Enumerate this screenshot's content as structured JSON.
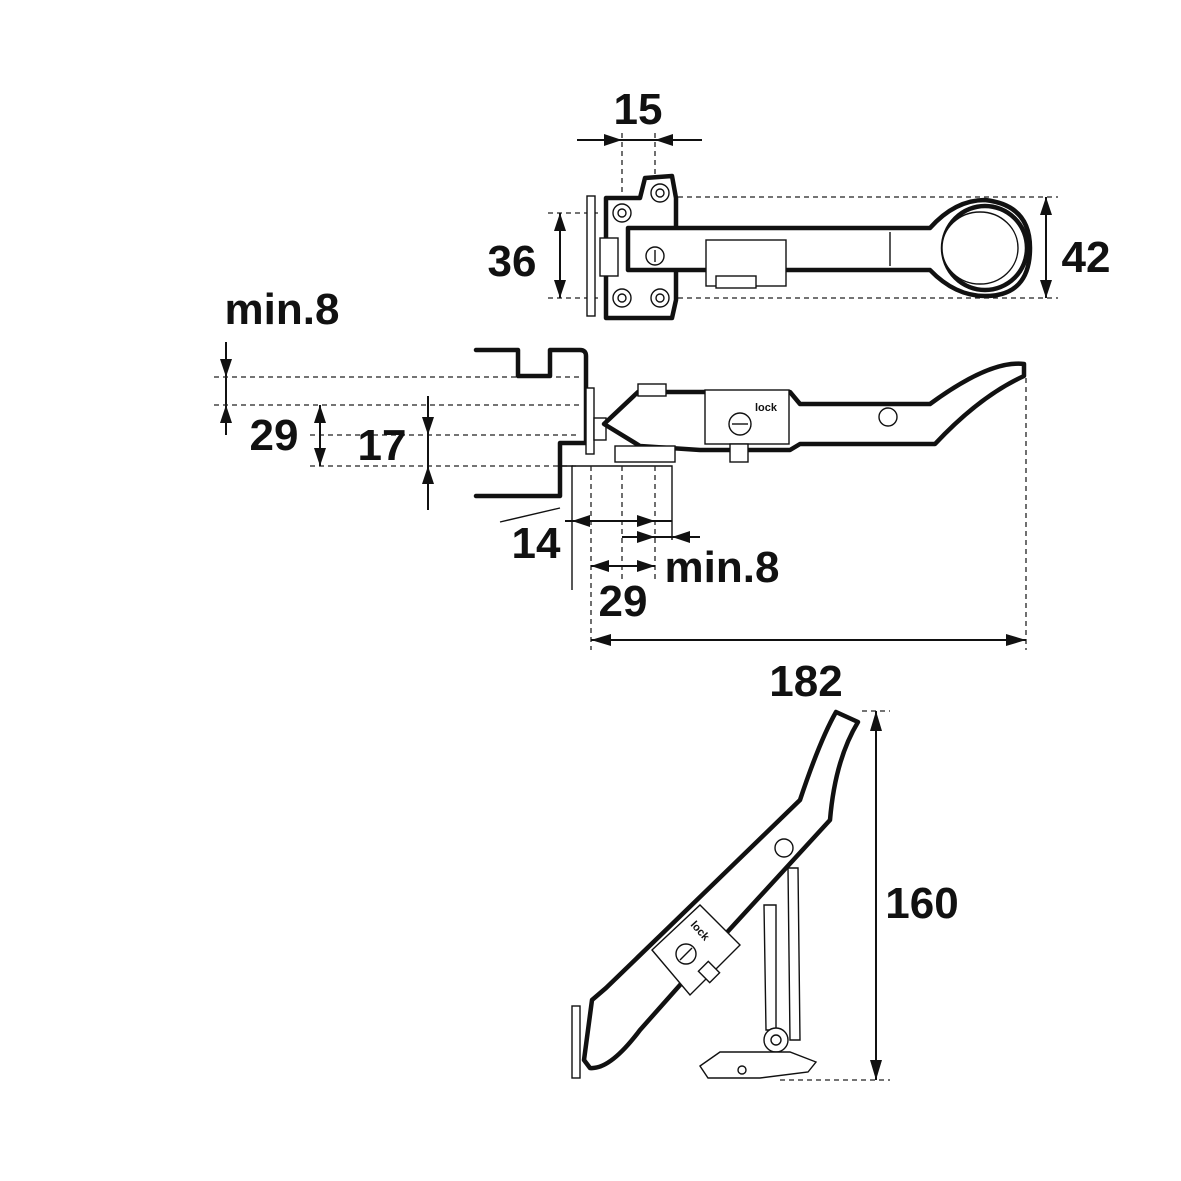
{
  "dimensions": {
    "top_width": "15",
    "top_left_height": "36",
    "top_right_height": "42",
    "min_top": "min.8",
    "side_29": "29",
    "side_17": "17",
    "bottom_14": "14",
    "bottom_min": "min.8",
    "bottom_29": "29",
    "length_182": "182",
    "height_160": "160"
  },
  "labels": {
    "lock": "lock"
  }
}
